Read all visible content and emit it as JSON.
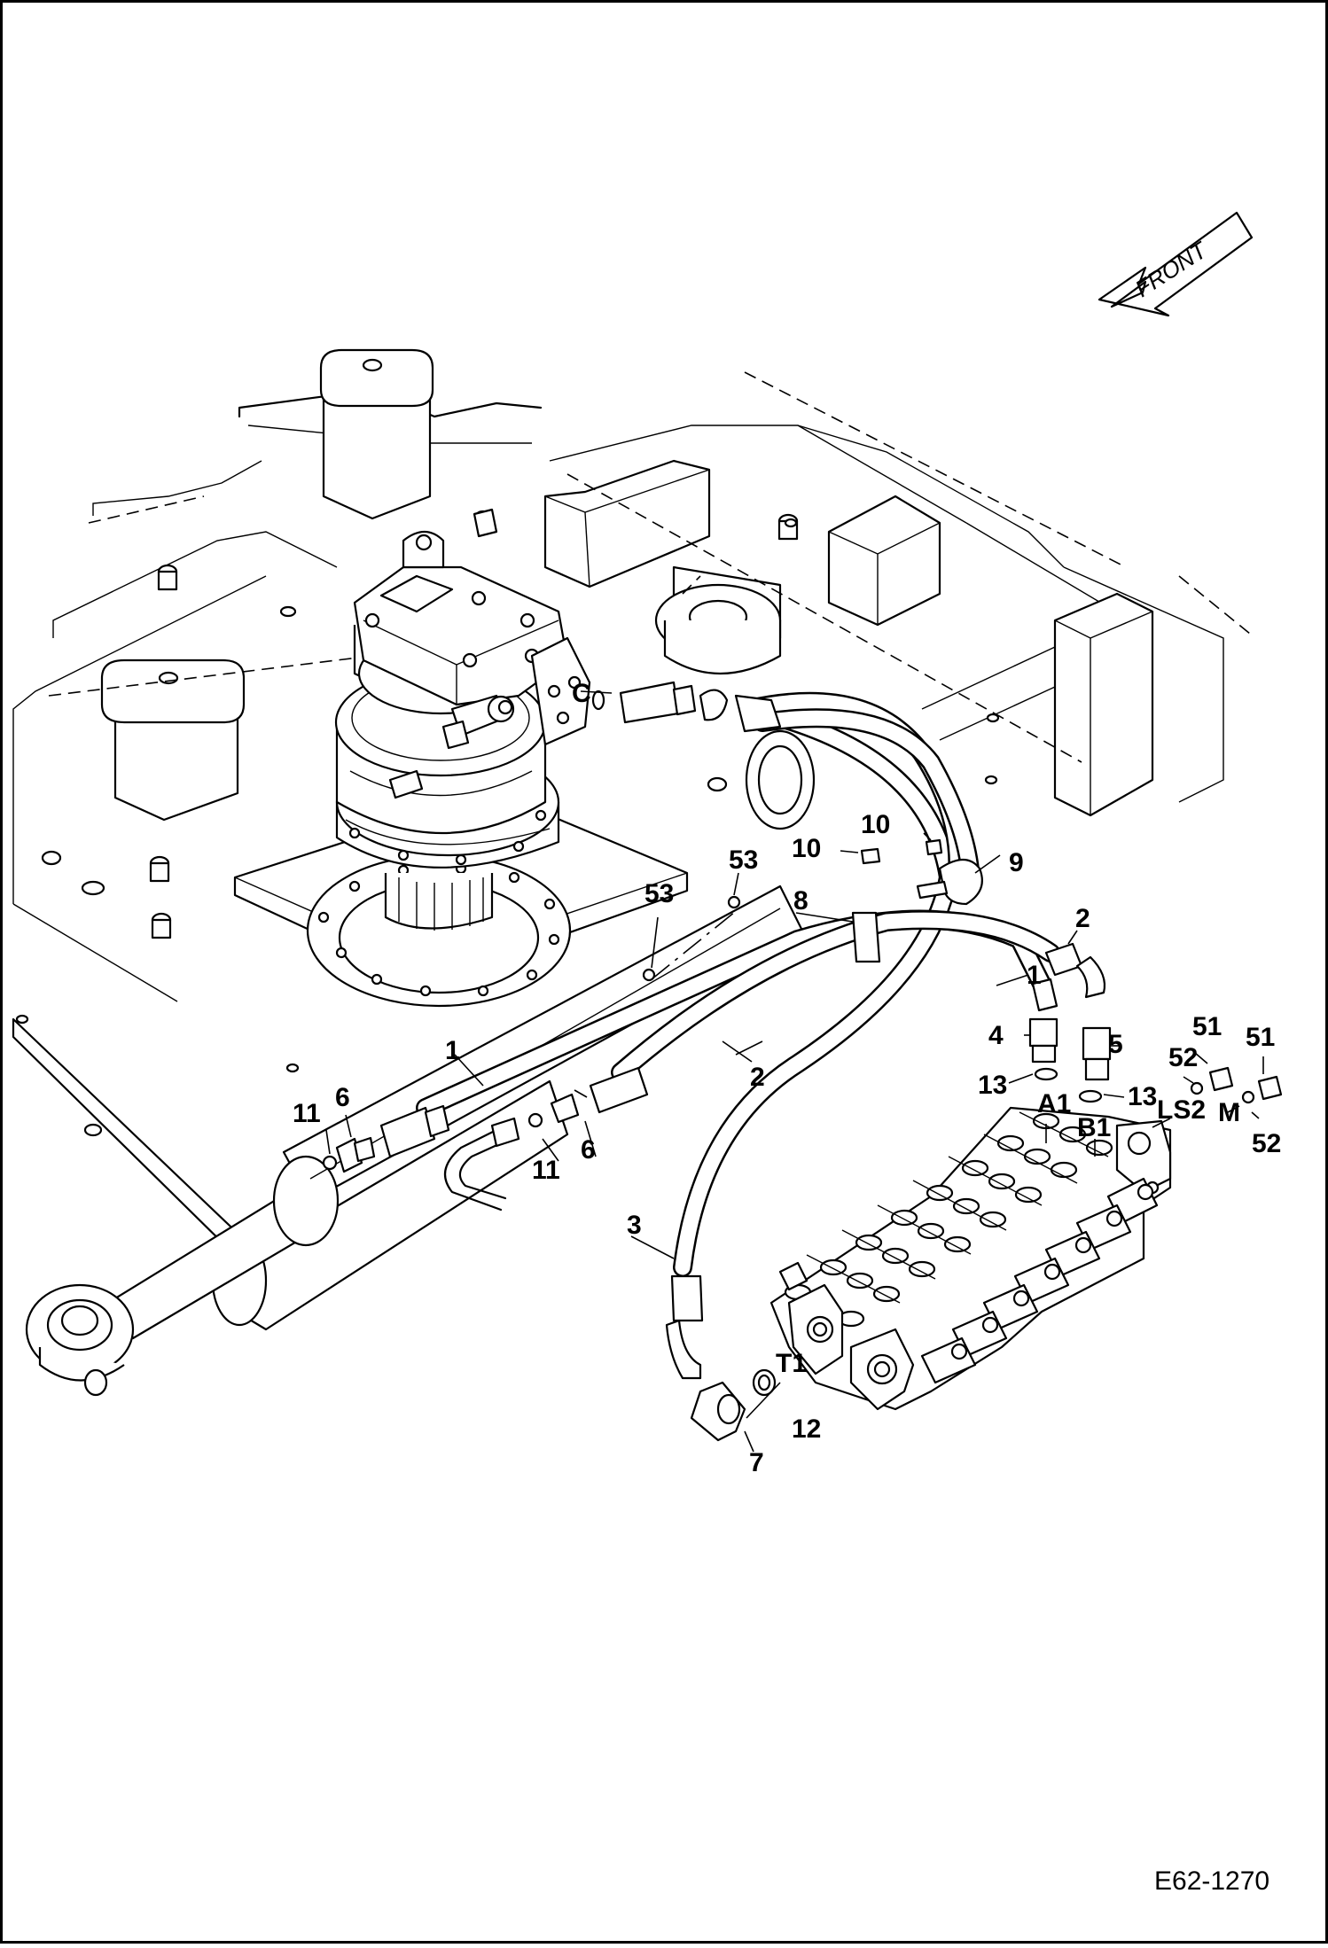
{
  "drawing_id": "E62-1270",
  "front_arrow": {
    "text": "FRONT"
  },
  "port_labels": {
    "c": "C",
    "a1": "A1",
    "b1": "B1",
    "ls2": "LS2",
    "m": "M",
    "t1": "T1"
  },
  "callouts": {
    "c1_top": "1",
    "c1_mid": "1",
    "c2_top": "2",
    "c2_mid": "2",
    "c3": "3",
    "c4": "4",
    "c5": "5",
    "c6_left": "6",
    "c6_mid": "6",
    "c7": "7",
    "c8": "8",
    "c9": "9",
    "c10_left": "10",
    "c10_right": "10",
    "c11_left": "11",
    "c11_mid": "11",
    "c12": "12",
    "c13_left": "13",
    "c13_right": "13",
    "c51_left": "51",
    "c51_right": "51",
    "c52_left": "52",
    "c52_right": "52",
    "c53_left": "53",
    "c53_right": "53"
  }
}
